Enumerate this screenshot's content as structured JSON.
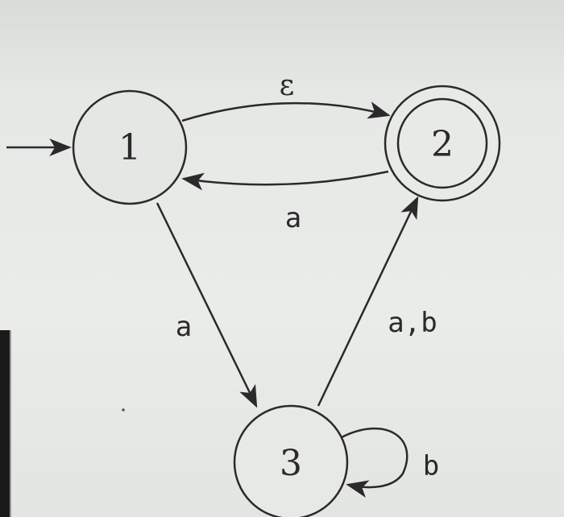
{
  "diagram": {
    "states": [
      {
        "id": "1",
        "label": "1",
        "start": true,
        "accept": false
      },
      {
        "id": "2",
        "label": "2",
        "start": false,
        "accept": true
      },
      {
        "id": "3",
        "label": "3",
        "start": false,
        "accept": false
      }
    ],
    "transitions": [
      {
        "from": "1",
        "to": "2",
        "label": "ε"
      },
      {
        "from": "2",
        "to": "1",
        "label": "a"
      },
      {
        "from": "1",
        "to": "3",
        "label": "a"
      },
      {
        "from": "3",
        "to": "2",
        "label": "a,b"
      },
      {
        "from": "3",
        "to": "3",
        "label": "b"
      }
    ],
    "colors": {
      "ink": "#2a2a2a",
      "background": "#e6e8e6"
    }
  }
}
